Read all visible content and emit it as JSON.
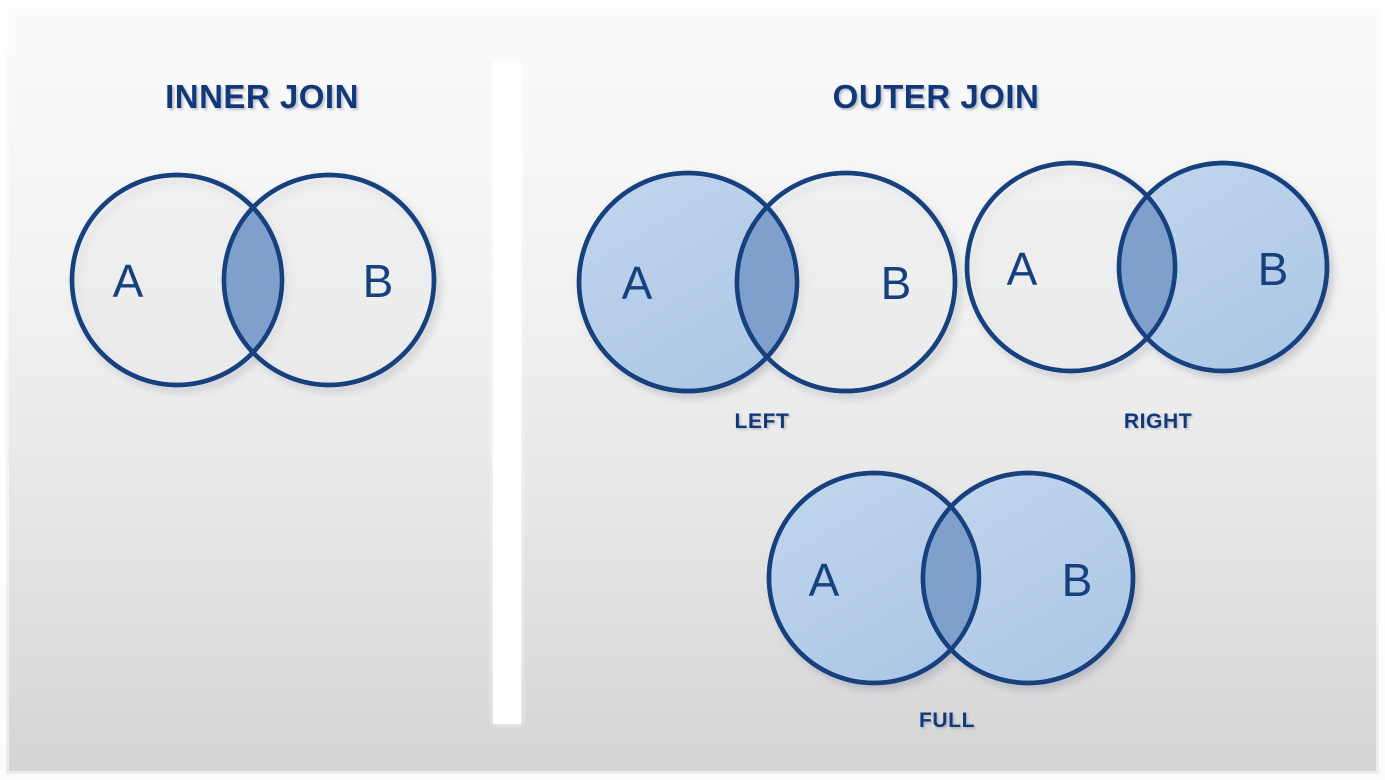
{
  "slide": {
    "background_top": "#fbfbfb",
    "background_bottom": "#d4d4d4",
    "divider_color": "#ffffff"
  },
  "palette": {
    "stroke": "#16417e",
    "fill_light": "#b7cfeb",
    "fill_intersection": "#7fa0cd",
    "fill_empty": "#f7f7f7",
    "text": "#12387a"
  },
  "sections": [
    {
      "id": "inner-join",
      "title": "INNER JOIN",
      "diagrams": [
        {
          "id": "inner",
          "label": "",
          "set_a": "A",
          "set_b": "B",
          "a_filled": false,
          "b_filled": false,
          "intersection_filled": true
        }
      ]
    },
    {
      "id": "outer-join",
      "title": "OUTER JOIN",
      "diagrams": [
        {
          "id": "left",
          "label": "LEFT",
          "set_a": "A",
          "set_b": "B",
          "a_filled": true,
          "b_filled": false,
          "intersection_filled": true
        },
        {
          "id": "right",
          "label": "RIGHT",
          "set_a": "A",
          "set_b": "B",
          "a_filled": false,
          "b_filled": true,
          "intersection_filled": true
        },
        {
          "id": "full",
          "label": "FULL",
          "set_a": "A",
          "set_b": "B",
          "a_filled": true,
          "b_filled": true,
          "intersection_filled": true
        }
      ]
    }
  ]
}
